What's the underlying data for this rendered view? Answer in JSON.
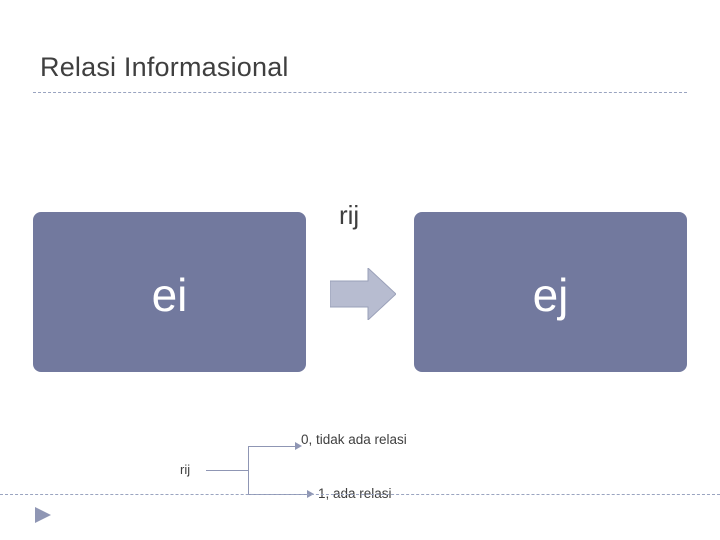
{
  "slide": {
    "title": "Relasi Informasional",
    "accent_color": "#72799e",
    "rule_color": "#9aa4c0",
    "text_color": "#3f3f3f"
  },
  "diagram": {
    "type": "relation-diagram",
    "left_box": {
      "label": "ei"
    },
    "right_box": {
      "label": "ej"
    },
    "arrow": {
      "label": "rij",
      "direction": "right"
    },
    "legend": {
      "symbol": "rij",
      "options": [
        "0, tidak ada relasi",
        "1, ada relasi"
      ]
    }
  },
  "footer": {
    "nav_icon": "play-triangle-icon"
  }
}
